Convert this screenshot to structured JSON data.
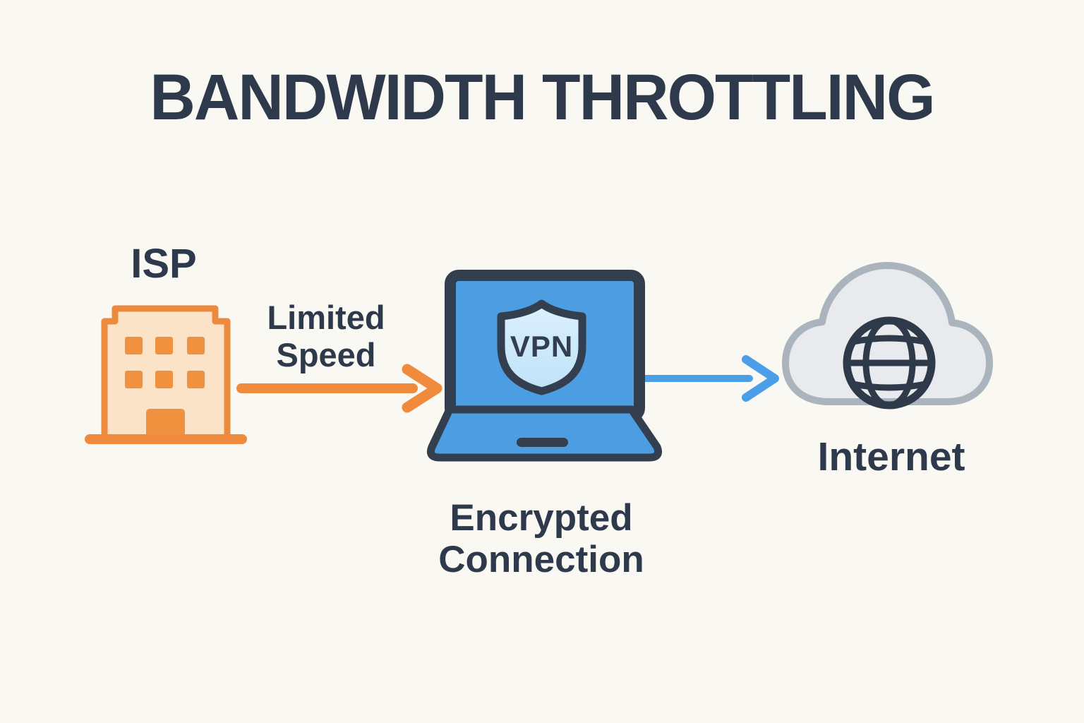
{
  "diagram": {
    "title": "BANDWIDTH THROTTLING",
    "isp": {
      "label": "ISP",
      "icon": "isp-building-icon"
    },
    "edge_isp_to_vpn": {
      "label": "Limited\nSpeed",
      "direction": "right",
      "color": "#F08A3C"
    },
    "vpn_laptop": {
      "badge": "VPN",
      "label": "Encrypted\nConnection",
      "icon": "laptop-vpn-shield-icon"
    },
    "edge_vpn_to_internet": {
      "label": "",
      "direction": "right",
      "color": "#4D9EE8"
    },
    "internet": {
      "label": "Internet",
      "icon": "cloud-globe-icon"
    },
    "colors": {
      "background": "#F9F8F2",
      "text_dark": "#2E3A4C",
      "orange_outline": "#EC8A3D",
      "orange_fill_light": "#FBE3C7",
      "orange_solid": "#F0913F",
      "arrow_orange": "#F08A3C",
      "laptop_dark": "#333E4E",
      "laptop_screen_blue": "#4D9DE3",
      "shield_light_blue_top": "#DCF0FD",
      "shield_light_blue_bottom": "#BFE2F9",
      "arrow_blue": "#4D9EE8",
      "cloud_fill": "#E8EAED",
      "cloud_outline": "#ABB4BC",
      "globe_stroke": "#2E3A4A"
    }
  }
}
